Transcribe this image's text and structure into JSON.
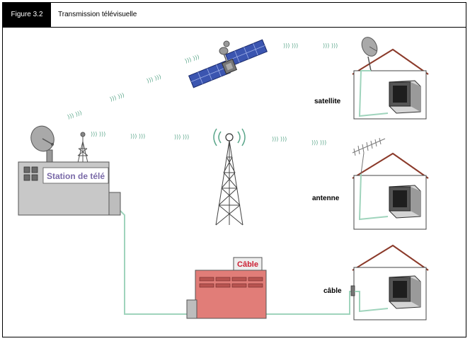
{
  "figure": {
    "label": "Figure 3.2",
    "title": "Transmission télévisuelle"
  },
  "station": {
    "label": "Station de télé"
  },
  "cable_box": {
    "label": "Câble"
  },
  "houses": {
    "satellite": "satellite",
    "antenne": "antenne",
    "cable": "câble"
  },
  "waves": {
    "glyph": "))) )))"
  },
  "colors": {
    "signal": "#5aa68a",
    "cable_line": "#9fd4bc",
    "station_gray": "#c8c8c8",
    "station_label": "#7a6aa8",
    "cable_box_fill": "#e17d78",
    "cable_label": "#cc1f33",
    "roof": "#8b3a2a",
    "panel_blue": "#3b55b0"
  }
}
